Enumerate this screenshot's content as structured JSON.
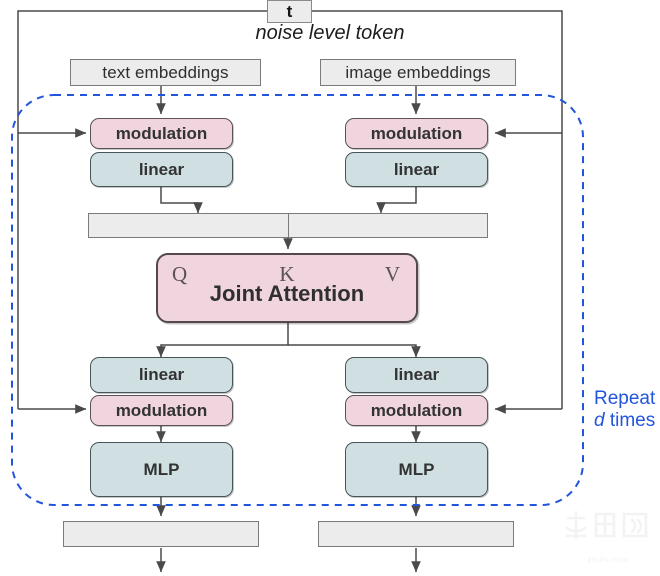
{
  "diagram": {
    "title_caption": "noise level token",
    "token": {
      "label": "t"
    },
    "inputs": {
      "text": "text embeddings",
      "image": "image embeddings"
    },
    "blocks": {
      "modulation": "modulation",
      "linear": "linear",
      "mlp": "MLP",
      "attention": {
        "title": "Joint Attention",
        "q": "Q",
        "k": "K",
        "v": "V"
      }
    },
    "repeat": {
      "line1": "Repeat",
      "line2_em": "d",
      "line2_rest": " times"
    },
    "colors": {
      "modulation_fill": "#f0d5de",
      "linear_fill": "#cfdfe2",
      "attention_fill": "#f0d5de",
      "grey_fill": "#ececec",
      "repeat_text": "#2255dd",
      "dashed_border": "#2255dd",
      "wire": "#4a4a4a"
    },
    "watermark": {
      "glyphs": "智东西",
      "url": "zhidx.com"
    }
  }
}
